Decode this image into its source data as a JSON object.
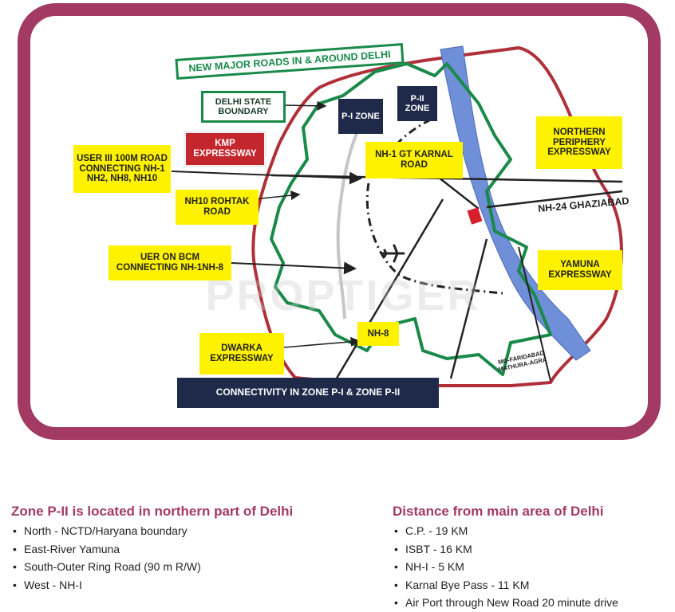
{
  "map": {
    "banner": "NEW MAJOR ROADS IN & AROUND DELHI",
    "labels": {
      "delhi_state_boundary": "DELHI STATE BOUNDARY",
      "kmp_expressway": "KMP EXPRESSWAY",
      "user_road": "USER III 100M ROAD CONNECTING NH-1 Nh2, Nh8, NH10",
      "nh10": "NH10 ROHTAK ROAD",
      "uer_bcm": "UER ON BCM CONNECTING NH-1NH-8",
      "dwarka": "DWARKA EXPRESSWAY",
      "p1_zone": "P-I ZONE",
      "p2_zone": "P-II ZONE",
      "nh1": "NH-1 GT KARNAL ROAD",
      "northern_periphery": "NORTHERN PERIPHERY EXPRESSWAY",
      "yamuna_expressway": "YAMUNA EXPRESSWAY",
      "nh8": "NH-8",
      "nh24": "NH-24 GHAZIABAD",
      "mg_road": "MG-FARIDABAD MATHURA-AGRA",
      "connectivity": "CONNECTIVITY IN ZONE P-I & ZONE P-II"
    },
    "watermark": "PROPTIGER",
    "colors": {
      "frame": "#a23a63",
      "river": "#6f8fd8",
      "green_boundary": "#1a8a4a",
      "red_road": "#b0303a",
      "label_yellow": "#fff200",
      "label_navy": "#1f2a4a"
    }
  },
  "info": {
    "left_title": "Zone P-II is located in northern part of Delhi",
    "left_items": [
      "North - NCTD/Haryana boundary",
      "East-River Yamuna",
      "South-Outer Ring Road (90 m R/W)",
      "West - NH-I"
    ],
    "right_title": "Distance from main area of Delhi",
    "right_items": [
      "C.P. - 19 KM",
      "ISBT - 16 KM",
      "NH-I - 5 KM",
      "Karnal Bye Pass - 11 KM",
      "Air Port through New Road 20 minute drive"
    ]
  }
}
